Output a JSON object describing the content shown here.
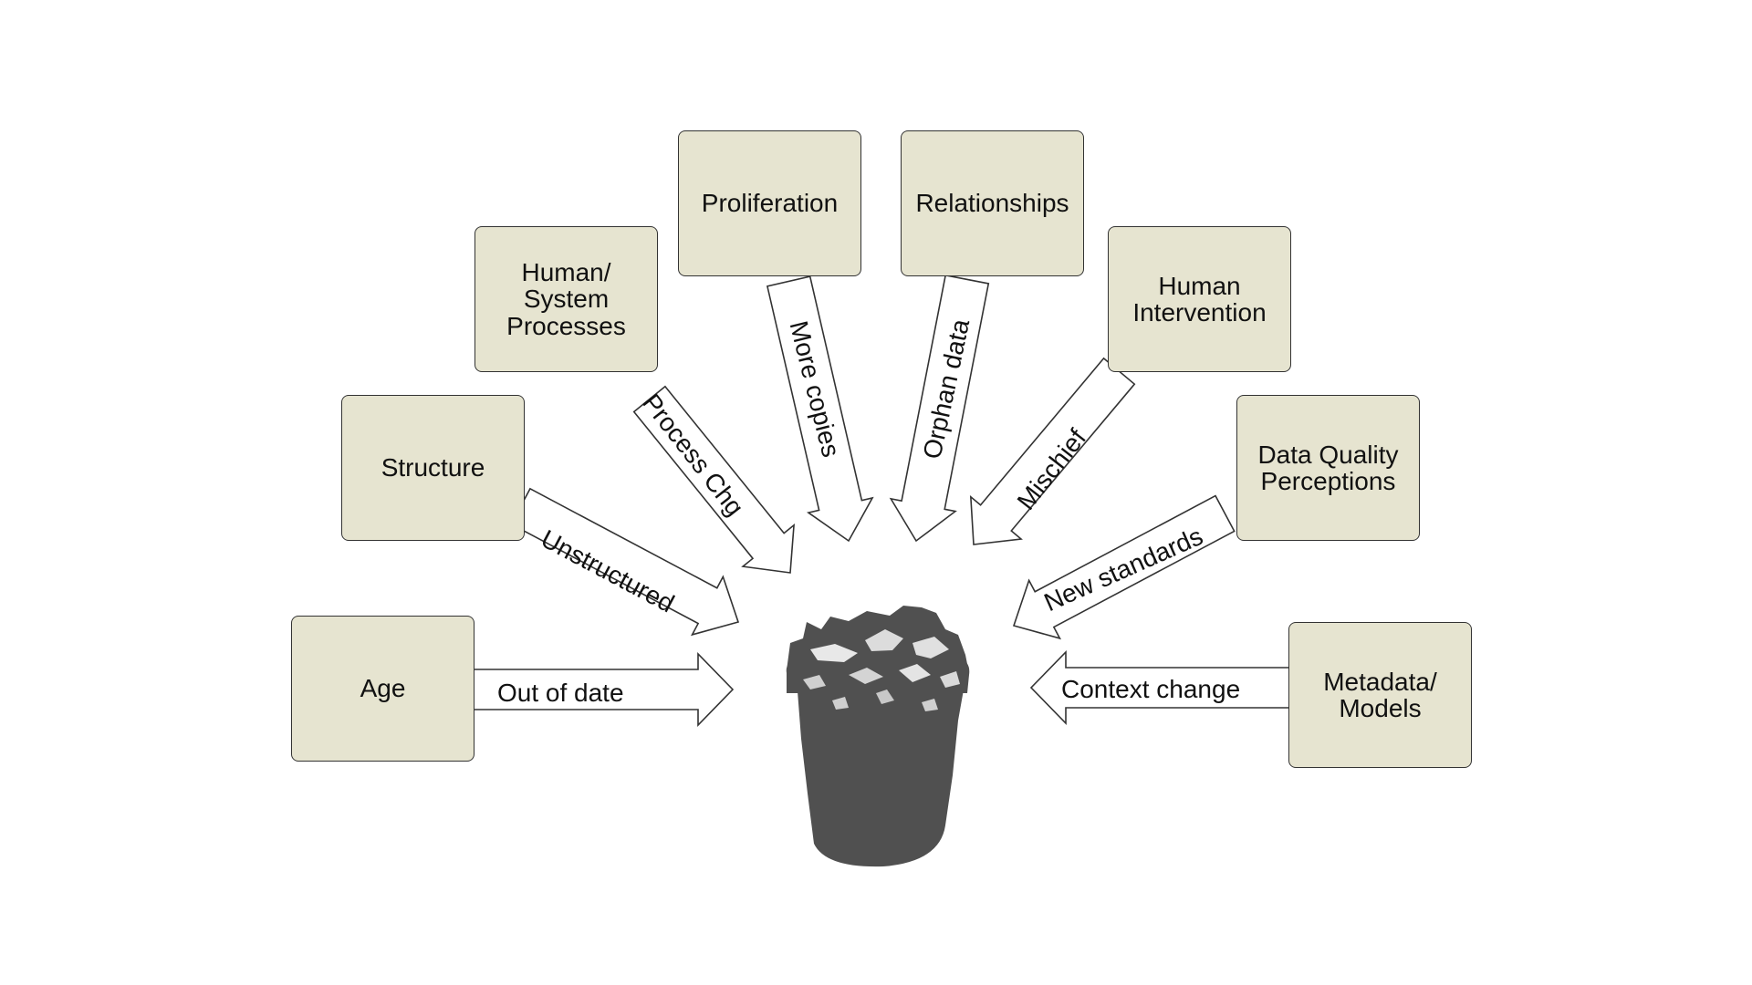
{
  "boxes": {
    "age": "Age",
    "structure": "Structure",
    "human_system": "Human/\nSystem\nProcesses",
    "proliferation": "Proliferation",
    "relationships": "Relationships",
    "human_intervention": "Human\nIntervention",
    "data_quality": "Data Quality\nPerceptions",
    "metadata": "Metadata/\nModels"
  },
  "arrows": {
    "out_of_date": "Out of date",
    "unstructured": "Unstructured",
    "process_chg": "Process Chg",
    "more_copies": "More copies",
    "orphan_data": "Orphan data",
    "mischief": "Mischief",
    "new_standards": "New standards",
    "context_change": "Context change"
  },
  "center": {
    "icon": "trash-can-icon"
  },
  "colors": {
    "box_fill": "#e6e4d0",
    "bin": "#505050",
    "stroke": "#333333"
  }
}
